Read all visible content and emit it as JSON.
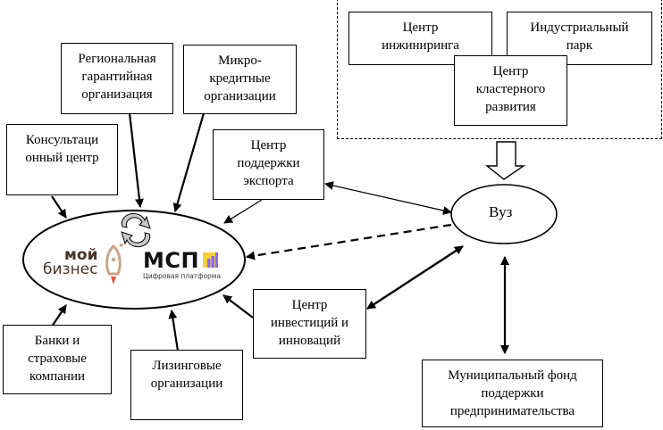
{
  "diagram": {
    "type": "ecosystem-support-scheme",
    "center_node": {
      "logos": {
        "moy_biznes": {
          "line1": "мой",
          "line2": "бизнес",
          "text_color": "#4a3328",
          "rocket_color": "#c9a586",
          "flame_color": "#e05a3a"
        },
        "msp": {
          "title": "МСП",
          "subtitle": "Цифровая платформа",
          "icon_colors": [
            "#f4d03f",
            "#8c6be8"
          ]
        }
      },
      "cycle_icon": "refresh-cycle-icon"
    },
    "vuz_node": {
      "label": "Вуз"
    },
    "nodes": {
      "regional_guarantee": "Региональная\nгарантийная\nорганизация",
      "microcredit": "Микро-\nкредитные\nорганизации",
      "consulting": "Консультаци\nонный центр",
      "export_center": "Центр\nподдержки\nэкспорта",
      "banks": "Банки и\nстраховые\nкомпании",
      "leasing": "Лизинговые\nорганизации",
      "investment_center": "Центр\nинвестиций и\nинноваций",
      "municipal_fund": "Муниципальный фонд\nподдержки\nпредпринимательства",
      "engineering_center": "Центр\nинжиниринга",
      "industrial_park": "Индустриальный\nпарк",
      "cluster_center": "Центр\nкластерного\nразвития"
    },
    "connections": [
      {
        "from": "consulting",
        "to": "center",
        "style": "solid",
        "direction": "one-way"
      },
      {
        "from": "regional_guarantee",
        "to": "center",
        "style": "solid",
        "direction": "one-way"
      },
      {
        "from": "microcredit",
        "to": "center",
        "style": "solid",
        "direction": "one-way"
      },
      {
        "from": "export_center",
        "to": "center",
        "style": "thin",
        "direction": "one-way"
      },
      {
        "from": "banks",
        "to": "center",
        "style": "solid",
        "direction": "one-way"
      },
      {
        "from": "leasing",
        "to": "center",
        "style": "solid",
        "direction": "one-way"
      },
      {
        "from": "investment_center",
        "to": "center",
        "style": "solid",
        "direction": "one-way"
      },
      {
        "from": "vuz",
        "to": "center",
        "style": "dashed",
        "direction": "one-way"
      },
      {
        "from": "vuz",
        "to": "export_center",
        "style": "thin",
        "direction": "two-way"
      },
      {
        "from": "vuz",
        "to": "investment_center",
        "style": "solid",
        "direction": "two-way"
      },
      {
        "from": "vuz",
        "to": "municipal_fund",
        "style": "solid",
        "direction": "two-way"
      },
      {
        "from": "infrastructure_group",
        "to": "vuz",
        "style": "block-arrow",
        "direction": "one-way"
      }
    ]
  }
}
